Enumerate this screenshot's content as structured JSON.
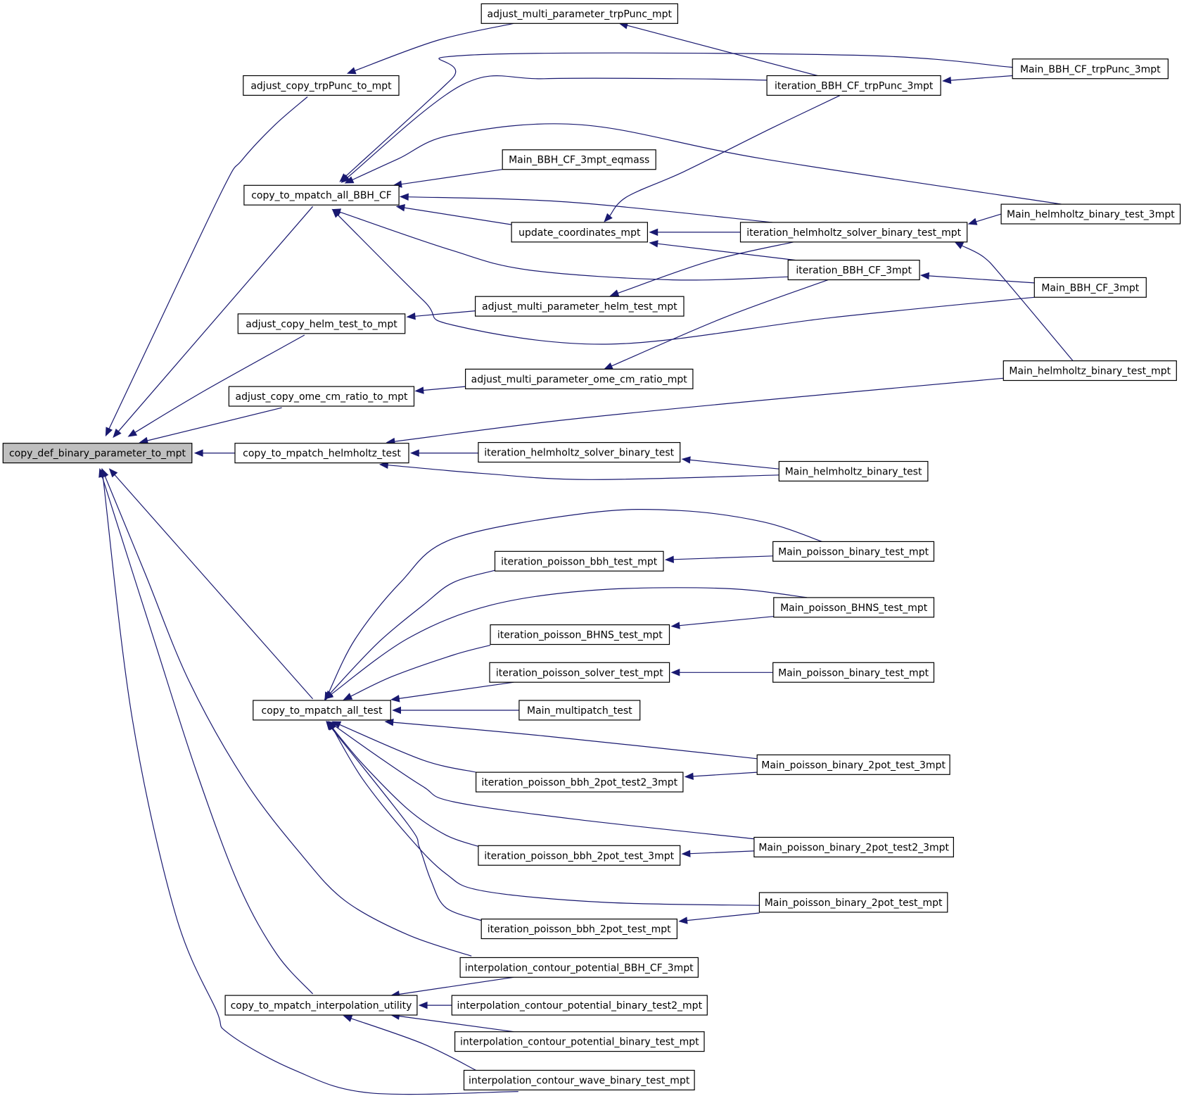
{
  "graph": {
    "title": "",
    "colors": {
      "edge": "#191970",
      "root_fill": "#bfbfbf",
      "node_fill": "#ffffff"
    },
    "nodes": [
      {
        "id": "root",
        "label": "copy_def_binary_parameter_to_mpt"
      },
      {
        "id": "adj_trp",
        "label": "adjust_copy_trpPunc_to_mpt"
      },
      {
        "id": "adj_multi_trp",
        "label": "adjust_multi_parameter_trpPunc_mpt"
      },
      {
        "id": "copy_bbh",
        "label": "copy_to_mpatch_all_BBH_CF"
      },
      {
        "id": "main_eqmass",
        "label": "Main_BBH_CF_3mpt_eqmass"
      },
      {
        "id": "update_coord",
        "label": "update_coordinates_mpt"
      },
      {
        "id": "iter_trp",
        "label": "iteration_BBH_CF_trpPunc_3mpt"
      },
      {
        "id": "main_trp",
        "label": "Main_BBH_CF_trpPunc_3mpt"
      },
      {
        "id": "iter_helm_mpt",
        "label": "iteration_helmholtz_solver_binary_test_mpt"
      },
      {
        "id": "main_helm_3mpt",
        "label": "Main_helmholtz_binary_test_3mpt"
      },
      {
        "id": "iter_bbh3",
        "label": "iteration_BBH_CF_3mpt"
      },
      {
        "id": "main_bbh3",
        "label": "Main_BBH_CF_3mpt"
      },
      {
        "id": "adj_helm",
        "label": "adjust_copy_helm_test_to_mpt"
      },
      {
        "id": "adj_multi_helm",
        "label": "adjust_multi_parameter_helm_test_mpt"
      },
      {
        "id": "adj_ome",
        "label": "adjust_copy_ome_cm_ratio_to_mpt"
      },
      {
        "id": "adj_multi_ome",
        "label": "adjust_multi_parameter_ome_cm_ratio_mpt"
      },
      {
        "id": "main_helm_mpt",
        "label": "Main_helmholtz_binary_test_mpt"
      },
      {
        "id": "copy_helm",
        "label": "copy_to_mpatch_helmholtz_test"
      },
      {
        "id": "iter_helm",
        "label": "iteration_helmholtz_solver_binary_test"
      },
      {
        "id": "main_helm",
        "label": "Main_helmholtz_binary_test"
      },
      {
        "id": "main_pbt1",
        "label": "Main_poisson_binary_test_mpt"
      },
      {
        "id": "iter_pbbh",
        "label": "iteration_poisson_bbh_test_mpt"
      },
      {
        "id": "main_bhns",
        "label": "Main_poisson_BHNS_test_mpt"
      },
      {
        "id": "iter_bhns",
        "label": "iteration_poisson_BHNS_test_mpt"
      },
      {
        "id": "iter_psolver",
        "label": "iteration_poisson_solver_test_mpt"
      },
      {
        "id": "main_pbt2",
        "label": "Main_poisson_binary_test_mpt"
      },
      {
        "id": "copy_all_test",
        "label": "copy_to_mpatch_all_test"
      },
      {
        "id": "main_multi",
        "label": "Main_multipatch_test"
      },
      {
        "id": "main_2pot3",
        "label": "Main_poisson_binary_2pot_test_3mpt"
      },
      {
        "id": "iter_2pot_t2_3",
        "label": "iteration_poisson_bbh_2pot_test2_3mpt"
      },
      {
        "id": "main_2pot_t2_3",
        "label": "Main_poisson_binary_2pot_test2_3mpt"
      },
      {
        "id": "iter_2pot_3",
        "label": "iteration_poisson_bbh_2pot_test_3mpt"
      },
      {
        "id": "main_2pot_mpt",
        "label": "Main_poisson_binary_2pot_test_mpt"
      },
      {
        "id": "iter_2pot_mpt",
        "label": "iteration_poisson_bbh_2pot_test_mpt"
      },
      {
        "id": "interp_bbh",
        "label": "interpolation_contour_potential_BBH_CF_3mpt"
      },
      {
        "id": "copy_interp",
        "label": "copy_to_mpatch_interpolation_utility"
      },
      {
        "id": "interp_t2",
        "label": "interpolation_contour_potential_binary_test2_mpt"
      },
      {
        "id": "interp_t",
        "label": "interpolation_contour_potential_binary_test_mpt"
      },
      {
        "id": "interp_wave",
        "label": "interpolation_contour_wave_binary_test_mpt"
      }
    ],
    "edges": [
      {
        "from": "adj_trp",
        "to": "root"
      },
      {
        "from": "copy_bbh",
        "to": "root"
      },
      {
        "from": "adj_helm",
        "to": "root"
      },
      {
        "from": "adj_ome",
        "to": "root"
      },
      {
        "from": "copy_helm",
        "to": "root"
      },
      {
        "from": "copy_all_test",
        "to": "root"
      },
      {
        "from": "interp_bbh",
        "to": "root"
      },
      {
        "from": "copy_interp",
        "to": "root"
      },
      {
        "from": "interp_wave",
        "to": "root"
      },
      {
        "from": "adj_multi_trp",
        "to": "adj_trp"
      },
      {
        "from": "iter_trp",
        "to": "adj_multi_trp"
      },
      {
        "from": "main_trp",
        "to": "copy_bbh"
      },
      {
        "from": "iter_trp",
        "to": "copy_bbh"
      },
      {
        "from": "main_helm_3mpt",
        "to": "copy_bbh"
      },
      {
        "from": "main_eqmass",
        "to": "copy_bbh"
      },
      {
        "from": "iter_helm_mpt",
        "to": "copy_bbh"
      },
      {
        "from": "update_coord",
        "to": "copy_bbh"
      },
      {
        "from": "iter_bbh3",
        "to": "copy_bbh"
      },
      {
        "from": "main_bbh3",
        "to": "copy_bbh"
      },
      {
        "from": "main_trp",
        "to": "iter_trp"
      },
      {
        "from": "iter_trp",
        "to": "update_coord"
      },
      {
        "from": "iter_helm_mpt",
        "to": "update_coord"
      },
      {
        "from": "iter_bbh3",
        "to": "update_coord"
      },
      {
        "from": "main_helm_3mpt",
        "to": "iter_helm_mpt"
      },
      {
        "from": "main_helm_mpt",
        "to": "iter_helm_mpt"
      },
      {
        "from": "main_bbh3",
        "to": "iter_bbh3"
      },
      {
        "from": "adj_multi_helm",
        "to": "adj_helm"
      },
      {
        "from": "iter_helm_mpt",
        "to": "adj_multi_helm"
      },
      {
        "from": "adj_multi_ome",
        "to": "adj_ome"
      },
      {
        "from": "iter_bbh3",
        "to": "adj_multi_ome"
      },
      {
        "from": "main_helm_mpt",
        "to": "copy_helm"
      },
      {
        "from": "iter_helm",
        "to": "copy_helm"
      },
      {
        "from": "main_helm",
        "to": "copy_helm"
      },
      {
        "from": "main_helm",
        "to": "iter_helm"
      },
      {
        "from": "main_pbt1",
        "to": "copy_all_test"
      },
      {
        "from": "iter_pbbh",
        "to": "copy_all_test"
      },
      {
        "from": "main_bhns",
        "to": "copy_all_test"
      },
      {
        "from": "iter_bhns",
        "to": "copy_all_test"
      },
      {
        "from": "iter_psolver",
        "to": "copy_all_test"
      },
      {
        "from": "main_multi",
        "to": "copy_all_test"
      },
      {
        "from": "main_2pot3",
        "to": "copy_all_test"
      },
      {
        "from": "iter_2pot_t2_3",
        "to": "copy_all_test"
      },
      {
        "from": "main_2pot_t2_3",
        "to": "copy_all_test"
      },
      {
        "from": "iter_2pot_3",
        "to": "copy_all_test"
      },
      {
        "from": "main_2pot_mpt",
        "to": "copy_all_test"
      },
      {
        "from": "iter_2pot_mpt",
        "to": "copy_all_test"
      },
      {
        "from": "main_pbt1",
        "to": "iter_pbbh"
      },
      {
        "from": "main_bhns",
        "to": "iter_bhns"
      },
      {
        "from": "main_pbt2",
        "to": "iter_psolver"
      },
      {
        "from": "main_2pot3",
        "to": "iter_2pot_t2_3"
      },
      {
        "from": "main_2pot_t2_3",
        "to": "iter_2pot_3"
      },
      {
        "from": "main_2pot_mpt",
        "to": "iter_2pot_mpt"
      },
      {
        "from": "interp_bbh",
        "to": "copy_interp"
      },
      {
        "from": "interp_t2",
        "to": "copy_interp"
      },
      {
        "from": "interp_t",
        "to": "copy_interp"
      },
      {
        "from": "interp_wave",
        "to": "copy_interp"
      }
    ]
  }
}
